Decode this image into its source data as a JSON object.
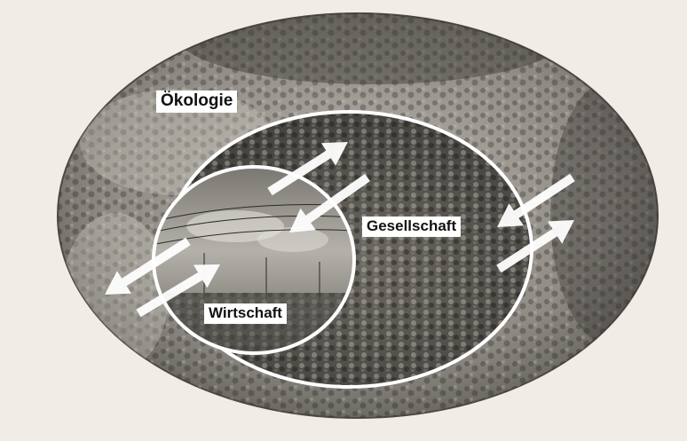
{
  "diagram": {
    "labels": {
      "outer": "Ökologie",
      "middle": "Gesellschaft",
      "inner": "Wirtschaft"
    },
    "colors": {
      "paper": "#f1ede6",
      "outer_fill": "#9c9890",
      "middle_fill": "#5e5b55",
      "inner_fill": "#a6a39c",
      "ring": "#ffffff",
      "arrow": "#ffffff",
      "label_bg": "#ffffff",
      "label_text": "#111111"
    }
  }
}
